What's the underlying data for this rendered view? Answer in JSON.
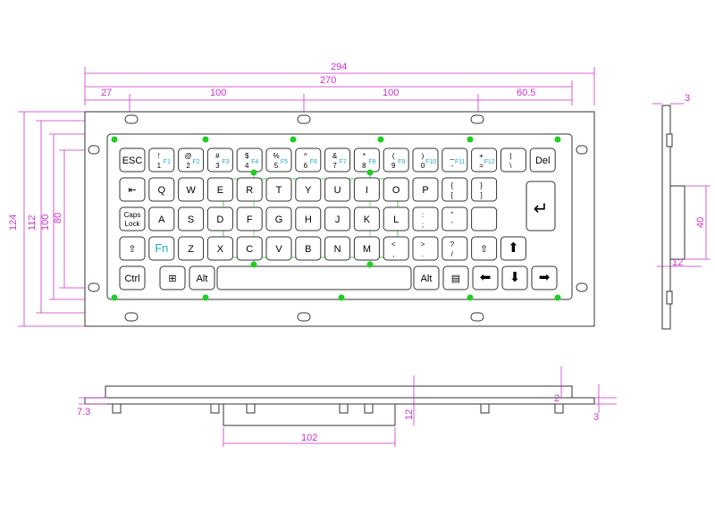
{
  "dimensions": {
    "top_total": "294",
    "top_inner": "270",
    "left_margin": "27",
    "span_a": "100",
    "span_b": "100",
    "right_span": "60.5",
    "height_total": "124",
    "height_b": "112",
    "height_c": "100",
    "height_d": "80",
    "side_thickness": "3",
    "side_depth": "40",
    "side_offset": "12",
    "bottom_width": "102",
    "bottom_left": "7.3",
    "bottom_small": "2",
    "bottom_right": "3",
    "bottom_height": "12"
  },
  "rows": [
    [
      {
        "id": "esc",
        "label": "ESC"
      },
      {
        "id": "1",
        "top": "!",
        "label": "1",
        "fn": "F1"
      },
      {
        "id": "2",
        "top": "@",
        "label": "2",
        "fn": "F2"
      },
      {
        "id": "3",
        "top": "#",
        "label": "3",
        "fn": "F3"
      },
      {
        "id": "4",
        "top": "$",
        "label": "4",
        "fn": "F4"
      },
      {
        "id": "5",
        "top": "%",
        "label": "5",
        "fn": "F5"
      },
      {
        "id": "6",
        "top": "^",
        "label": "6",
        "fn": "F6"
      },
      {
        "id": "7",
        "top": "&",
        "label": "7",
        "fn": "F7"
      },
      {
        "id": "8",
        "top": "*",
        "label": "8",
        "fn": "F8"
      },
      {
        "id": "9",
        "top": "(",
        "label": "9",
        "fn": "F9"
      },
      {
        "id": "0",
        "top": ")",
        "label": "0",
        "fn": "F10"
      },
      {
        "id": "minus",
        "top": "_",
        "label": "-",
        "fn": "F11"
      },
      {
        "id": "equal",
        "top": "+",
        "label": "=",
        "fn": "F12"
      },
      {
        "id": "backslash",
        "top": "|",
        "label": "\\"
      },
      {
        "id": "del",
        "label": "Del"
      }
    ],
    [
      {
        "id": "tab",
        "label": "⇤"
      },
      {
        "id": "q",
        "label": "Q"
      },
      {
        "id": "w",
        "label": "W"
      },
      {
        "id": "e",
        "label": "E"
      },
      {
        "id": "r",
        "label": "R"
      },
      {
        "id": "t",
        "label": "T"
      },
      {
        "id": "y",
        "label": "Y"
      },
      {
        "id": "u",
        "label": "U"
      },
      {
        "id": "i",
        "label": "I"
      },
      {
        "id": "o",
        "label": "O"
      },
      {
        "id": "p",
        "label": "P"
      },
      {
        "id": "lbracket",
        "top": "{",
        "label": "["
      },
      {
        "id": "rbracket",
        "top": "}",
        "label": "]"
      }
    ],
    [
      {
        "id": "caps",
        "label": "Caps",
        "sub": "Lock"
      },
      {
        "id": "a",
        "label": "A"
      },
      {
        "id": "s",
        "label": "S"
      },
      {
        "id": "d",
        "label": "D"
      },
      {
        "id": "f",
        "label": "F"
      },
      {
        "id": "g",
        "label": "G"
      },
      {
        "id": "h",
        "label": "H"
      },
      {
        "id": "j",
        "label": "J"
      },
      {
        "id": "k",
        "label": "K"
      },
      {
        "id": "l",
        "label": "L"
      },
      {
        "id": "semicolon",
        "top": ":",
        "label": ";"
      },
      {
        "id": "quote",
        "top": "\"",
        "label": "'"
      },
      {
        "id": "blank",
        "label": ""
      }
    ],
    [
      {
        "id": "lshift",
        "label": "⇧"
      },
      {
        "id": "fn",
        "label": "Fn"
      },
      {
        "id": "z",
        "label": "Z"
      },
      {
        "id": "x",
        "label": "X"
      },
      {
        "id": "c",
        "label": "C"
      },
      {
        "id": "v",
        "label": "V"
      },
      {
        "id": "b",
        "label": "B"
      },
      {
        "id": "n",
        "label": "N"
      },
      {
        "id": "m",
        "label": "M"
      },
      {
        "id": "comma",
        "top": "<",
        "label": ","
      },
      {
        "id": "period",
        "top": ">",
        "label": "."
      },
      {
        "id": "slash",
        "top": "?",
        "label": "/"
      },
      {
        "id": "rshift",
        "label": "⇧"
      },
      {
        "id": "up",
        "label": "⬆"
      }
    ],
    [
      {
        "id": "ctrl",
        "label": "Ctrl"
      },
      {
        "id": "win",
        "label": "⊞"
      },
      {
        "id": "alt",
        "label": "Alt"
      },
      {
        "id": "space",
        "label": ""
      },
      {
        "id": "ralt",
        "label": "Alt"
      },
      {
        "id": "menu",
        "label": "▤"
      },
      {
        "id": "left",
        "label": "⬅"
      },
      {
        "id": "down",
        "label": "⬇"
      },
      {
        "id": "right",
        "label": "➡"
      }
    ]
  ],
  "enter_label": "↵",
  "colors": {
    "dim": "#cc33cc",
    "dot": "#22cc22",
    "fn": "#22aacc"
  }
}
